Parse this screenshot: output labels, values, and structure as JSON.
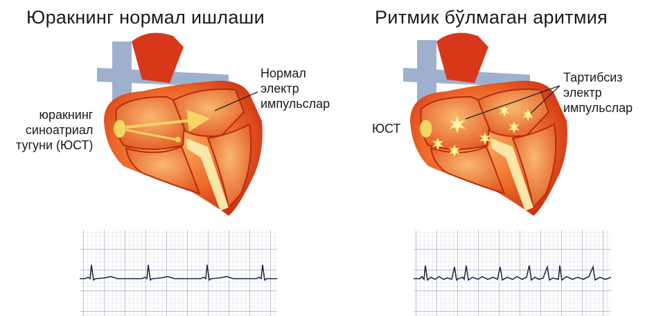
{
  "left_panel": {
    "title": "Юракнинг нормал ишлаши",
    "labels": {
      "sa_node": [
        "юракнинг",
        "синоатриал",
        "тугуни (ЮСТ)"
      ],
      "impulses": [
        "Нормал",
        "электр",
        "импульслар"
      ]
    },
    "ecg_rhythm": "regular"
  },
  "right_panel": {
    "title": "Ритмик бўлмаган аритмия",
    "labels": {
      "sa_node": [
        "ЮСТ"
      ],
      "impulses": [
        "Тартибсиз",
        "электр",
        "импульслар"
      ]
    },
    "ecg_rhythm": "irregular"
  },
  "colors": {
    "heart_outer": "#e8501e",
    "heart_inner": "#f39a3e",
    "vessel_blue": "#9fb0cf",
    "node_yellow": "#f6d565",
    "ecg_grid": "#9aa0b8",
    "ecg_trace": "#1f2a4a"
  }
}
